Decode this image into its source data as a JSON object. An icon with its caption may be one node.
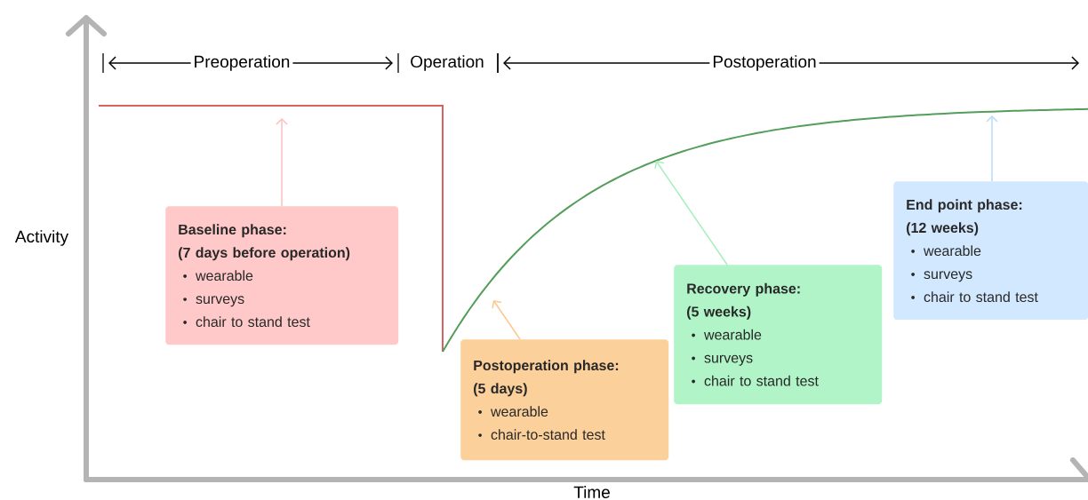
{
  "diagram": {
    "nodes": [
      {
        "text": [
          "Baseline phase:",
          "(7 days before operation)",
          "wearable",
          "surveys",
          "chair to stand test"
        ]
      },
      {
        "text": [
          "Postoperation phase:",
          "(5 days)",
          "wearable",
          "chair-to-stand test"
        ]
      },
      {
        "text": [
          "Recovery phase:",
          "(5 weeks)",
          "wearable",
          "surveys",
          "chair to stand test"
        ]
      },
      {
        "text": [
          "End point phase:",
          "(12 weeks)",
          "wearable",
          "surveys",
          "chair to stand test"
        ]
      }
    ],
    "edges": [
      {
        "from": 0,
        "to": null,
        "arrow": "to",
        "color": "#ffbdbd"
      },
      {
        "from": 1,
        "to": null,
        "arrow": "to",
        "color": "#fcc98c"
      },
      {
        "from": 2,
        "to": null,
        "arrow": "to",
        "color": "#a6eec0"
      },
      {
        "from": 3,
        "to": null,
        "arrow": "to",
        "color": "#b5dcfc"
      }
    ],
    "labels": [
      "Preoperation",
      "Operation",
      "Postoperation",
      "Activity",
      "Time"
    ]
  }
}
